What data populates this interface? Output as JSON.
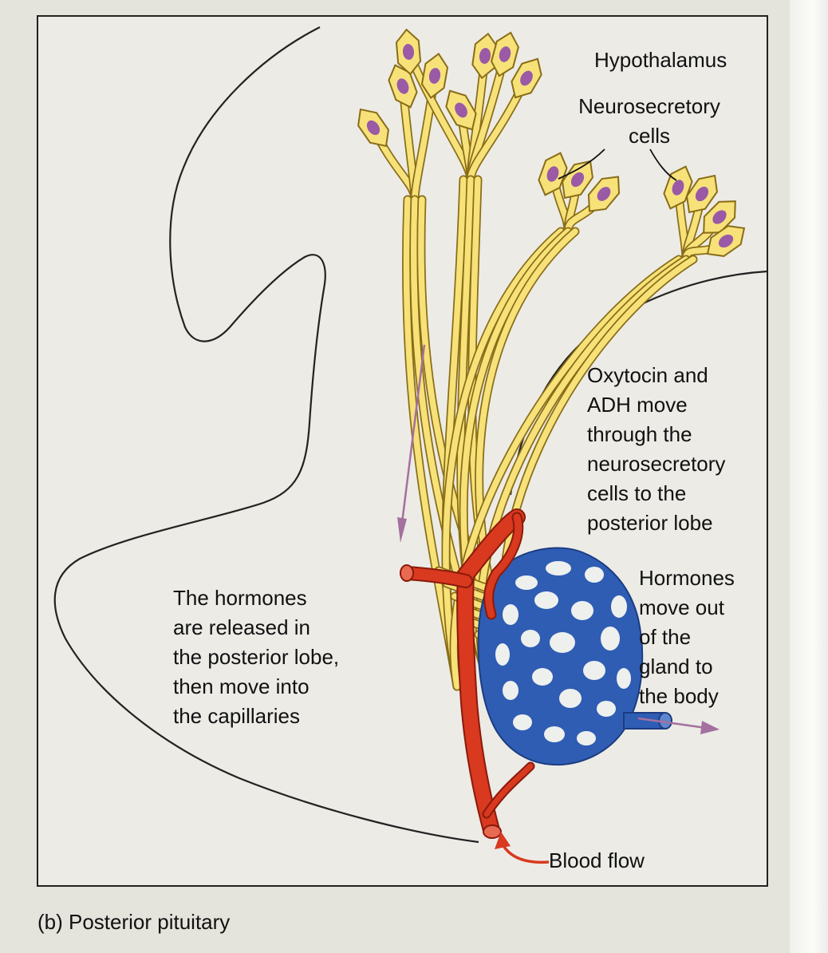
{
  "labels": {
    "hypothalamus": "Hypothalamus",
    "neurosecretory_cells": [
      "Neurosecretory",
      "cells"
    ],
    "oxytocin_adh": [
      "Oxytocin and",
      "ADH move",
      "through the",
      "neurosecretory",
      "cells to the",
      "posterior lobe"
    ],
    "hormones_out": [
      "Hormones",
      "move out",
      "of the",
      "gland to",
      "the body"
    ],
    "hormones_released": [
      "The hormones",
      "are released in",
      "the posterior lobe,",
      "then move into",
      "the capillaries"
    ],
    "blood_flow": "Blood flow",
    "caption": "(b) Posterior pituitary"
  },
  "colors": {
    "axon_fill": "#f7e27a",
    "axon_outline": "#8a6d16",
    "nucleus": "#9a5aa6",
    "artery_red": "#d8391f",
    "capillary_blue": "#2f5db4",
    "arrow_purple": "#a4709f",
    "blood_arrow": "#d8391f",
    "frame": "#222222",
    "paper": "#e4e3dc"
  }
}
